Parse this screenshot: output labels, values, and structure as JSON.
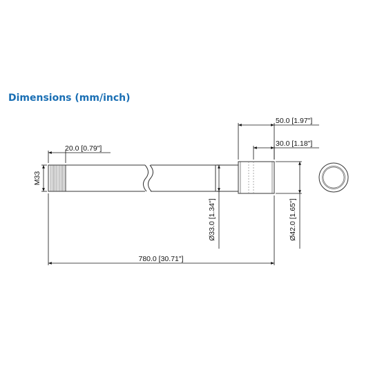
{
  "title": "Dimensions (mm/inch)",
  "dimensions": {
    "thread_length": "20.0 [0.79\"]",
    "thread_size": "M33",
    "total_length": "780.0 [30.71\"]",
    "tube_diameter": "Ø33.0 [1.34\"]",
    "sleeve_diameter": "Ø42.0 [1.65\"]",
    "sleeve_length": "50.0 [1.97\"]",
    "sleeve_inner_length": "30.0 [1.18\"]"
  },
  "colors": {
    "title": "#1a6fb4",
    "line": "#333333",
    "text": "#111111"
  }
}
